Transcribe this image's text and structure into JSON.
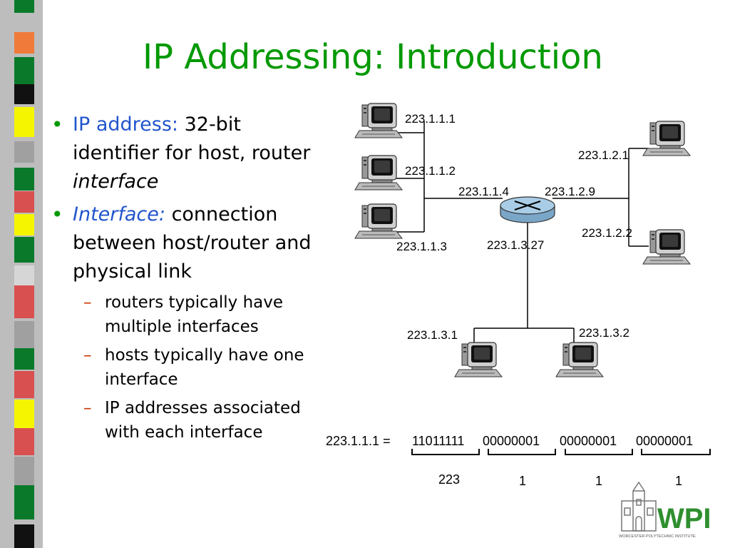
{
  "slide": {
    "title": "IP Addressing: Introduction",
    "bullets": [
      {
        "highlight": "IP address:",
        "text_pre": " 32-bit identifier for host, router ",
        "text_emph": "interface"
      },
      {
        "highlight": "Interface:",
        "text": " connection between host/router and physical link"
      }
    ],
    "sub_bullets": [
      "routers typically have multiple interfaces",
      "hosts typically have one interface",
      "IP addresses associated with each interface"
    ]
  },
  "diagram": {
    "interfaces": {
      "h111": "223.1.1.1",
      "h112": "223.1.1.2",
      "h113": "223.1.1.3",
      "r114": "223.1.1.4",
      "r129": "223.1.2.9",
      "r1327": "223.1.3.27",
      "h121": "223.1.2.1",
      "h122": "223.1.2.2",
      "h131": "223.1.3.1",
      "h132": "223.1.3.2"
    },
    "binary": {
      "prefix": "223.1.1.1 = ",
      "octets_binary": [
        "11011111",
        "00000001",
        "00000001",
        "00000001"
      ],
      "octets_decimal": [
        "223",
        "1",
        "1",
        "1"
      ]
    }
  },
  "logo": {
    "text": "WPI",
    "caption": "WORCESTER POLYTECHNIC INSTITUTE"
  },
  "colors": {
    "title": "#009900",
    "highlight": "#2255cc",
    "dash": "#cc3300",
    "strip": "#c8c8c8"
  }
}
